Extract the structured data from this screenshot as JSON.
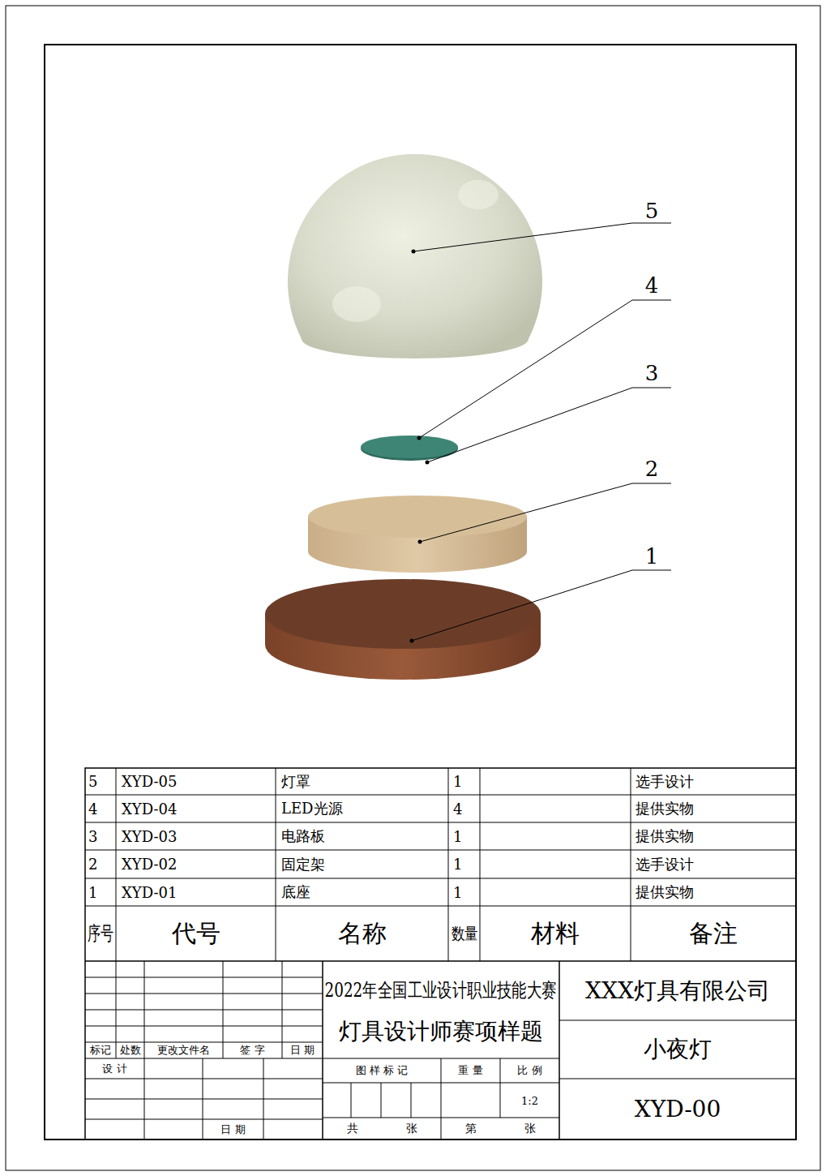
{
  "diagram": {
    "labels": [
      "5",
      "4",
      "3",
      "2",
      "1",
      "5",
      "XYD-05",
      "灯罩",
      "1",
      "选手设计",
      "4",
      "XYD-04",
      "LED光源",
      "4",
      "提供实物",
      "3",
      "XYD-03",
      "电路板",
      "1",
      "提供实物",
      "2",
      "XYD-02",
      "固定架",
      "1",
      "选手设计",
      "1",
      "XYD-01",
      "底座",
      "1",
      "提供实物",
      "序号",
      "代号",
      "名称",
      "数量",
      "材料",
      "备注",
      "标记",
      "处数",
      "更改文件名",
      "签 字",
      "日 期",
      "设 计",
      "日 期",
      "2022年全国工业设计职业技能大赛",
      "灯具设计师赛项样题",
      "图 样 标 记",
      "重 量",
      "比 例",
      "1:2",
      "共",
      "张",
      "第",
      "张",
      "XXX灯具有限公司",
      "小夜灯",
      "XYD-00"
    ]
  }
}
